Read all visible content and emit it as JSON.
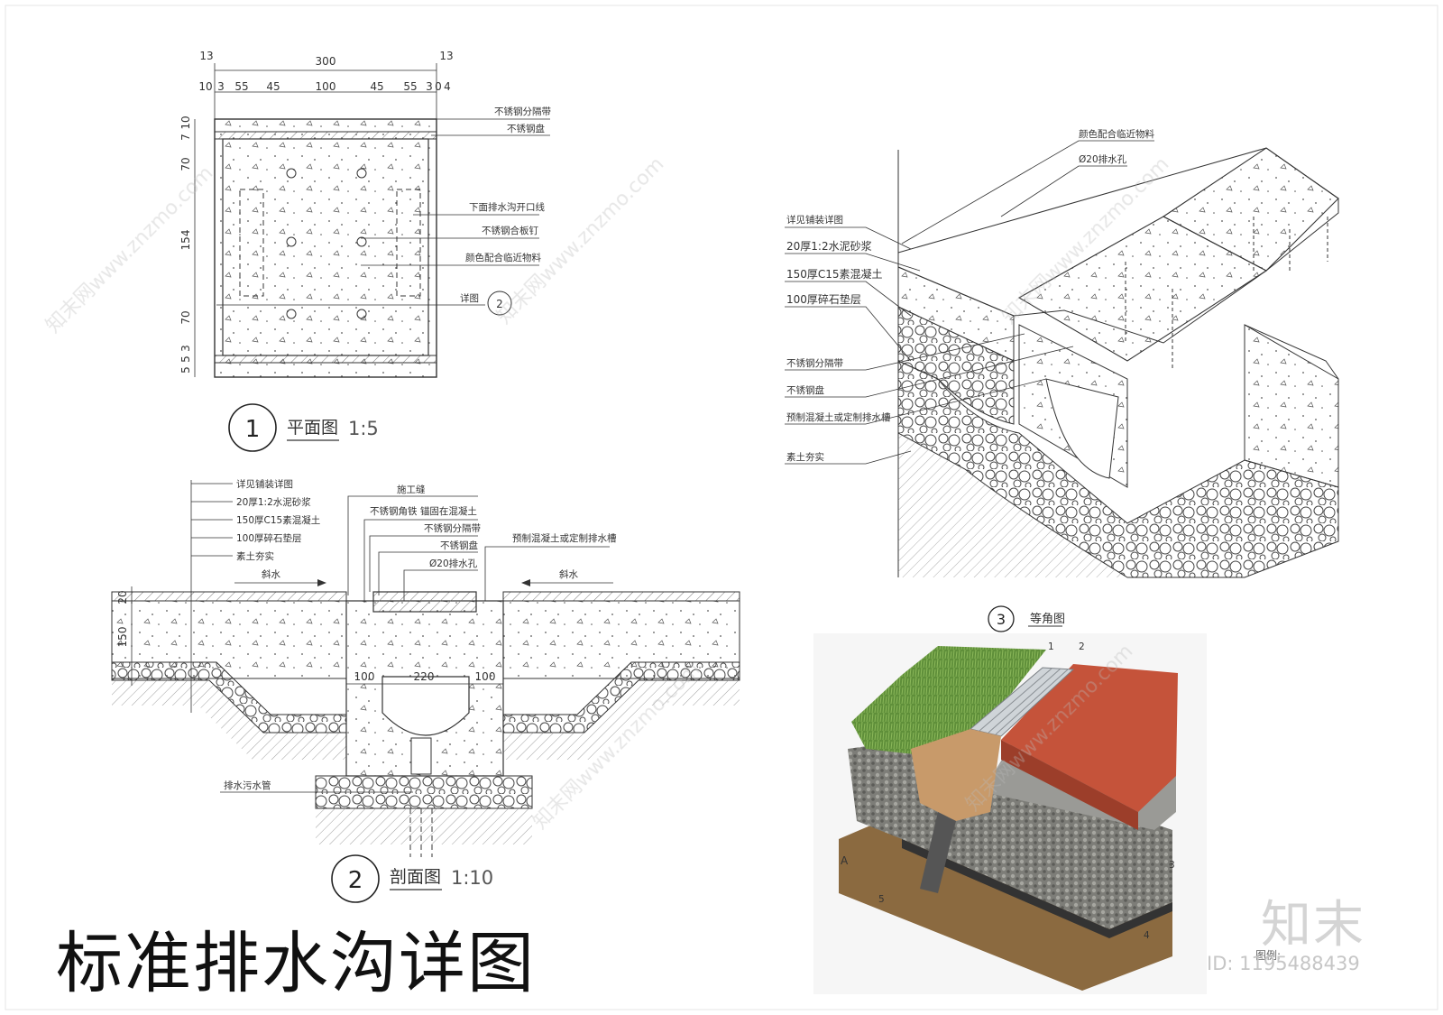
{
  "main_title": "标准排水沟详图",
  "brand_mark": "知末",
  "id_mark": "ID: 1195488439",
  "legend_label": "图例:",
  "watermark": "知末网www.znzmo.com",
  "plan": {
    "title": "平面图",
    "scale": "1:5",
    "number": "1",
    "dim_top": "300",
    "dims_row": [
      "10",
      "3",
      "55",
      "45",
      "100",
      "45",
      "55",
      "3",
      "0",
      "4"
    ],
    "dim_13_left": "13",
    "dim_13_right": "13",
    "dims_left": [
      "10",
      "7",
      "70",
      "154",
      "70",
      "3",
      "5",
      "5"
    ],
    "labels": [
      "不锈钢分隔带",
      "不锈钢盘",
      "下面排水沟开口线",
      "不锈钢合板钉",
      "颜色配合临近物料",
      "详图"
    ],
    "ref": "2"
  },
  "section": {
    "title": "剖面图",
    "scale": "1:10",
    "number": "2",
    "left_labels": [
      "详见铺装详图",
      "20厚1:2水泥砂浆",
      "150厚C15素混凝土",
      "100厚碎石垫层",
      "素土夯实"
    ],
    "top_labels": [
      "施工缝",
      "不锈钢角铁 锚固在混凝土",
      "不锈钢分隔带",
      "不锈钢盘",
      "Ø20排水孔"
    ],
    "right_label": "预制混凝土或定制排水槽",
    "slope_left": "斜水",
    "slope_right": "斜水",
    "dims": [
      "100",
      "220",
      "100"
    ],
    "dims_vert": [
      "20",
      "150"
    ],
    "pipe_label": "排水污水管"
  },
  "iso": {
    "title": "等角图",
    "number": "3",
    "top_labels": [
      "颜色配合临近物料",
      "Ø20排水孔"
    ],
    "left_labels": [
      "详见铺装详图",
      "20厚1:2水泥砂浆",
      "150厚C15素混凝土",
      "100厚碎石垫层",
      "不锈钢分隔带",
      "不锈钢盘",
      "预制混凝土或定制排水槽",
      "素土夯实"
    ]
  },
  "photo": {
    "callouts": [
      "1",
      "2",
      "3",
      "4",
      "5",
      "A"
    ]
  },
  "colors": {
    "line": "#333333",
    "grass": "#5f8f3a",
    "paver": "#c5533a",
    "gravel": "#8a8a86",
    "soil": "#8b6a40",
    "drain": "#c89a6a"
  }
}
